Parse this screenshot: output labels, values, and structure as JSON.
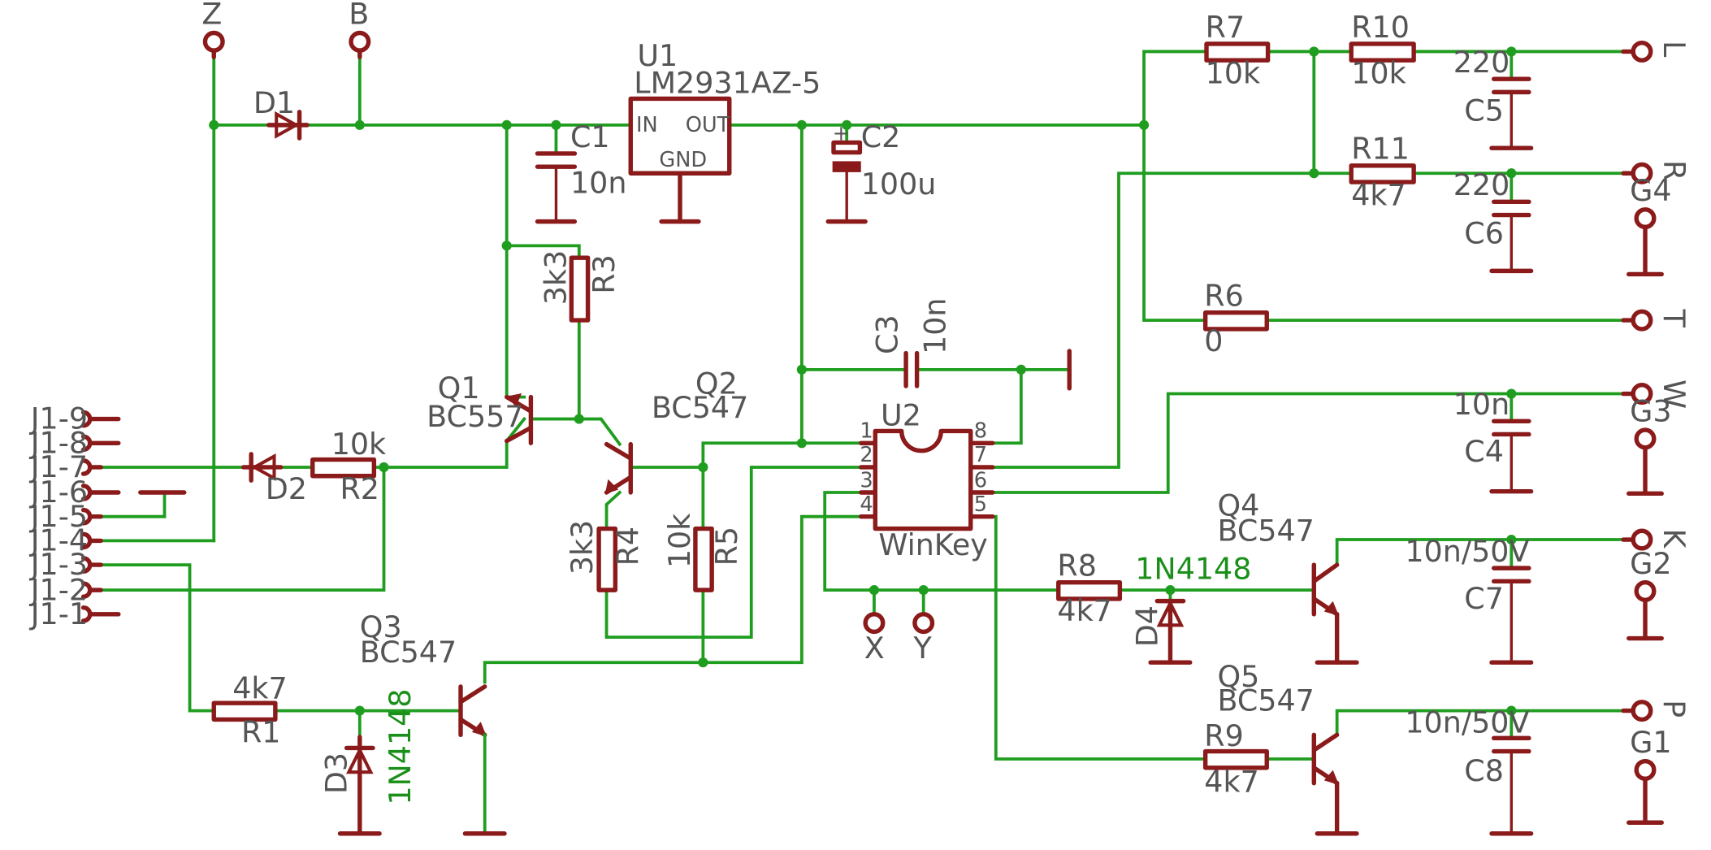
{
  "pads": [
    "Z",
    "B",
    "X",
    "Y"
  ],
  "ports": [
    "L",
    "R",
    "T",
    "W",
    "K",
    "P"
  ],
  "grounds": [
    "G4",
    "G3",
    "G2",
    "G1"
  ],
  "header": [
    "J1-9",
    "J1-8",
    "J1-7",
    "J1-6",
    "J1-5",
    "J1-4",
    "J1-3",
    "J1-2",
    "J1-1"
  ],
  "u1": {
    "ref": "U1",
    "part": "LM2931AZ-5",
    "pin_in": "IN",
    "pin_out": "OUT",
    "pin_gnd": "GND"
  },
  "u2": {
    "ref": "U2",
    "name": "WinKey",
    "pins": [
      "1",
      "2",
      "3",
      "4",
      "5",
      "6",
      "7",
      "8"
    ]
  },
  "diodes": [
    {
      "ref": "D1"
    },
    {
      "ref": "D2"
    },
    {
      "ref": "D3",
      "part": "1N4148"
    },
    {
      "ref": "D4",
      "part": "1N4148"
    }
  ],
  "resistors": [
    {
      "ref": "R1",
      "value": "4k7"
    },
    {
      "ref": "R2",
      "value": "10k"
    },
    {
      "ref": "R3",
      "value": "3k3"
    },
    {
      "ref": "R4",
      "value": "3k3"
    },
    {
      "ref": "R5",
      "value": "10k"
    },
    {
      "ref": "R6",
      "value": "0"
    },
    {
      "ref": "R7",
      "value": "10k"
    },
    {
      "ref": "R8",
      "value": "4k7"
    },
    {
      "ref": "R9",
      "value": "4k7"
    },
    {
      "ref": "R10",
      "value": "10k"
    },
    {
      "ref": "R11",
      "value": "4k7"
    }
  ],
  "capacitors": [
    {
      "ref": "C1",
      "value": "10n"
    },
    {
      "ref": "C2",
      "value": "100u"
    },
    {
      "ref": "C3",
      "value": "10n"
    },
    {
      "ref": "C4",
      "value": "10n"
    },
    {
      "ref": "C5",
      "value": "220"
    },
    {
      "ref": "C6",
      "value": "220"
    },
    {
      "ref": "C7",
      "value": "10n/50V"
    },
    {
      "ref": "C8",
      "value": "10n/50V"
    }
  ],
  "transistors": [
    {
      "ref": "Q1",
      "part": "BC557"
    },
    {
      "ref": "Q2",
      "part": "BC547"
    },
    {
      "ref": "Q3",
      "part": "BC547"
    },
    {
      "ref": "Q4",
      "part": "BC547"
    },
    {
      "ref": "Q5",
      "part": "BC547"
    }
  ],
  "colors": {
    "wire": "#1f9d1f",
    "component": "#8b1a1a",
    "label": "#555555",
    "part_label_green": "#1a8f1a",
    "background": "#ffffff"
  }
}
